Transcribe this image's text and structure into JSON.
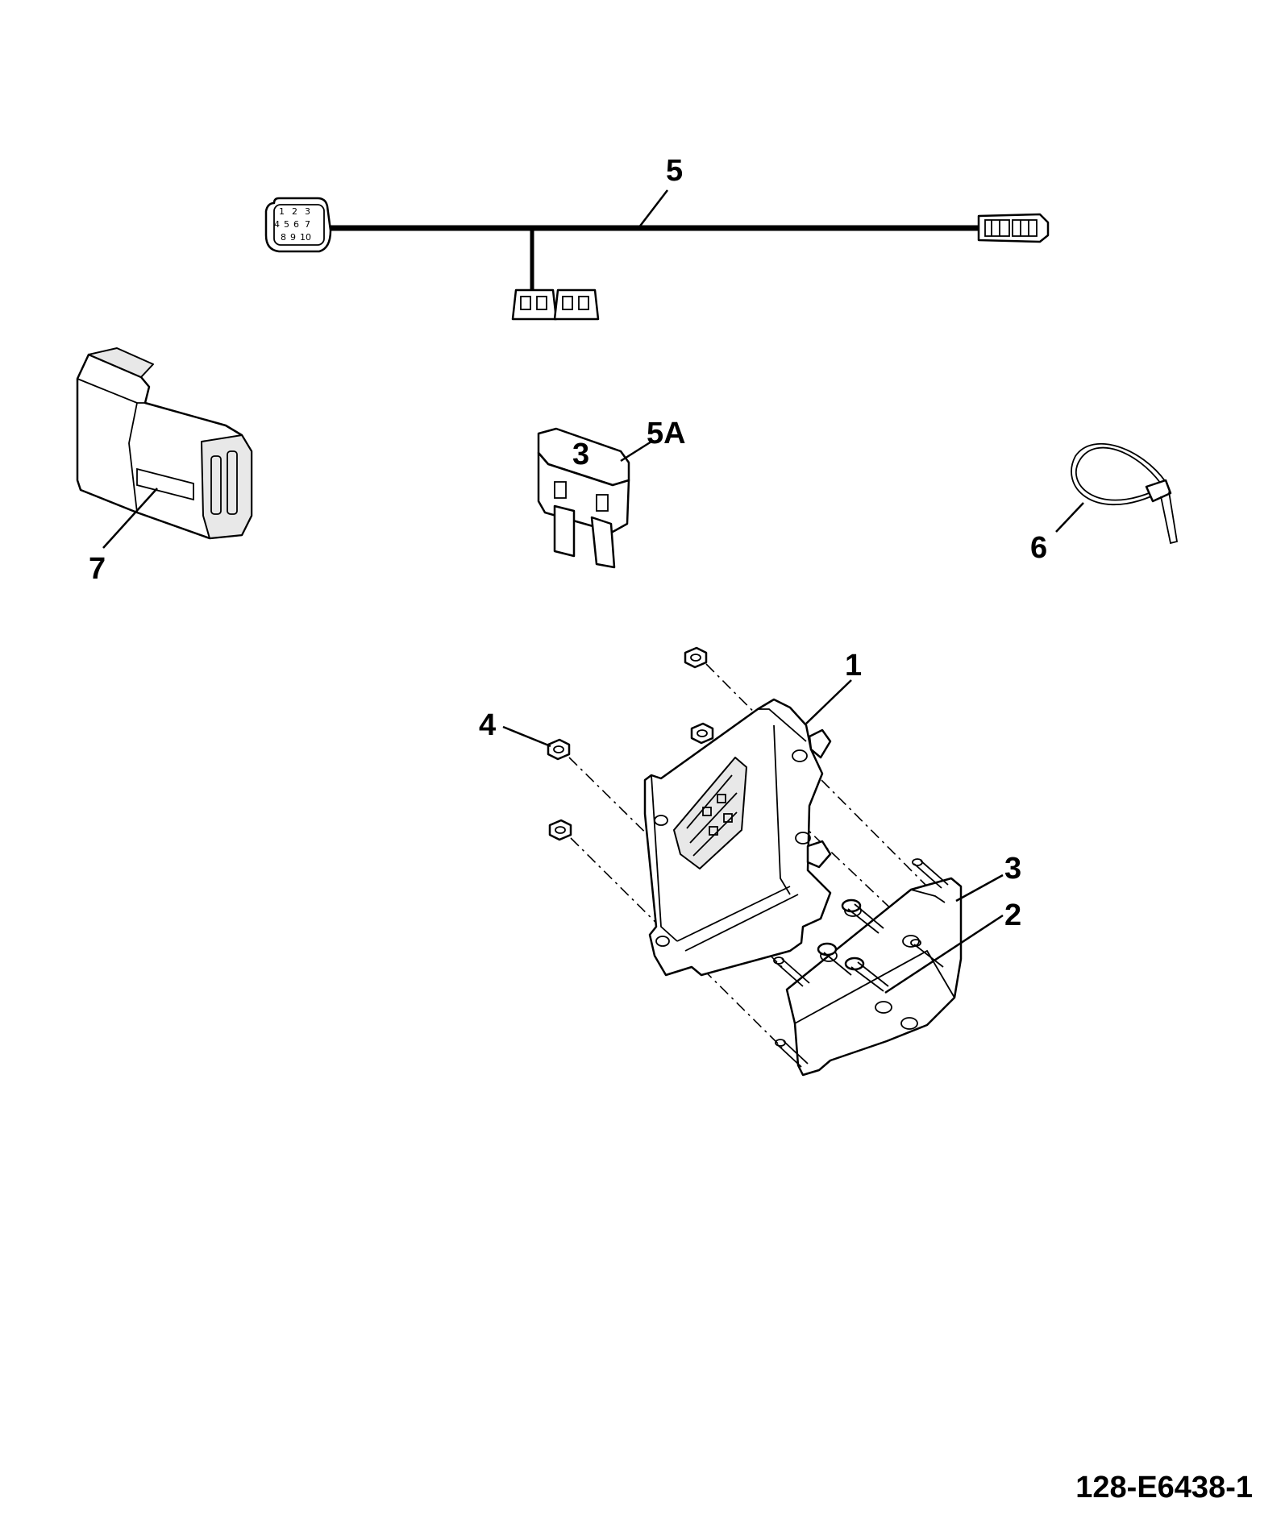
{
  "callouts": {
    "c1": "1",
    "c2": "2",
    "c3": "3",
    "c4": "4",
    "c5": "5",
    "c5a": "5A",
    "c6": "6",
    "c7": "7"
  },
  "fuse_rating": "3",
  "connector_pins": [
    "1",
    "2",
    "3",
    "4",
    "5",
    "6",
    "7",
    "8",
    "9",
    "10"
  ],
  "drawing_code": "128-E6438-1"
}
